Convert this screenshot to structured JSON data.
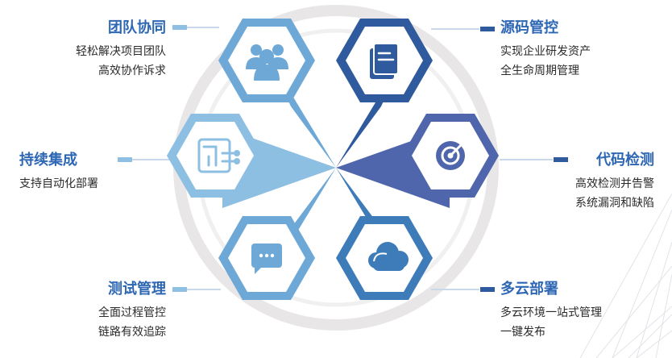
{
  "colors": {
    "light_blue": "#6ea8d6",
    "mid_blue": "#3e7bb9",
    "dark_blue": "#2f5b9e",
    "indigo": "#4f66ad",
    "title_blue": "#2d67b4",
    "marker_light": "#8fbfe3",
    "marker_dark": "#2f5b9e"
  },
  "features": {
    "team": {
      "title": "团队协同",
      "line1": "轻松解决项目团队",
      "line2": "高效协作诉求",
      "icon": "team-icon"
    },
    "ci": {
      "title": "持续集成",
      "line1": "支持自动化部署",
      "icon": "circuit-icon"
    },
    "test": {
      "title": "测试管理",
      "line1": "全面过程管控",
      "line2": "链路有效追踪",
      "icon": "chat-icon"
    },
    "source": {
      "title": "源码管控",
      "line1": "实现企业研发资产",
      "line2": "全生命周期管理",
      "icon": "document-icon"
    },
    "scan": {
      "title": "代码检测",
      "line1": "高效检测并告警",
      "line2": "系统漏洞和缺陷",
      "icon": "target-icon"
    },
    "deploy": {
      "title": "多云部署",
      "line1": "多云环境一站式管理",
      "line2": "一键发布",
      "icon": "cloud-icon"
    }
  }
}
